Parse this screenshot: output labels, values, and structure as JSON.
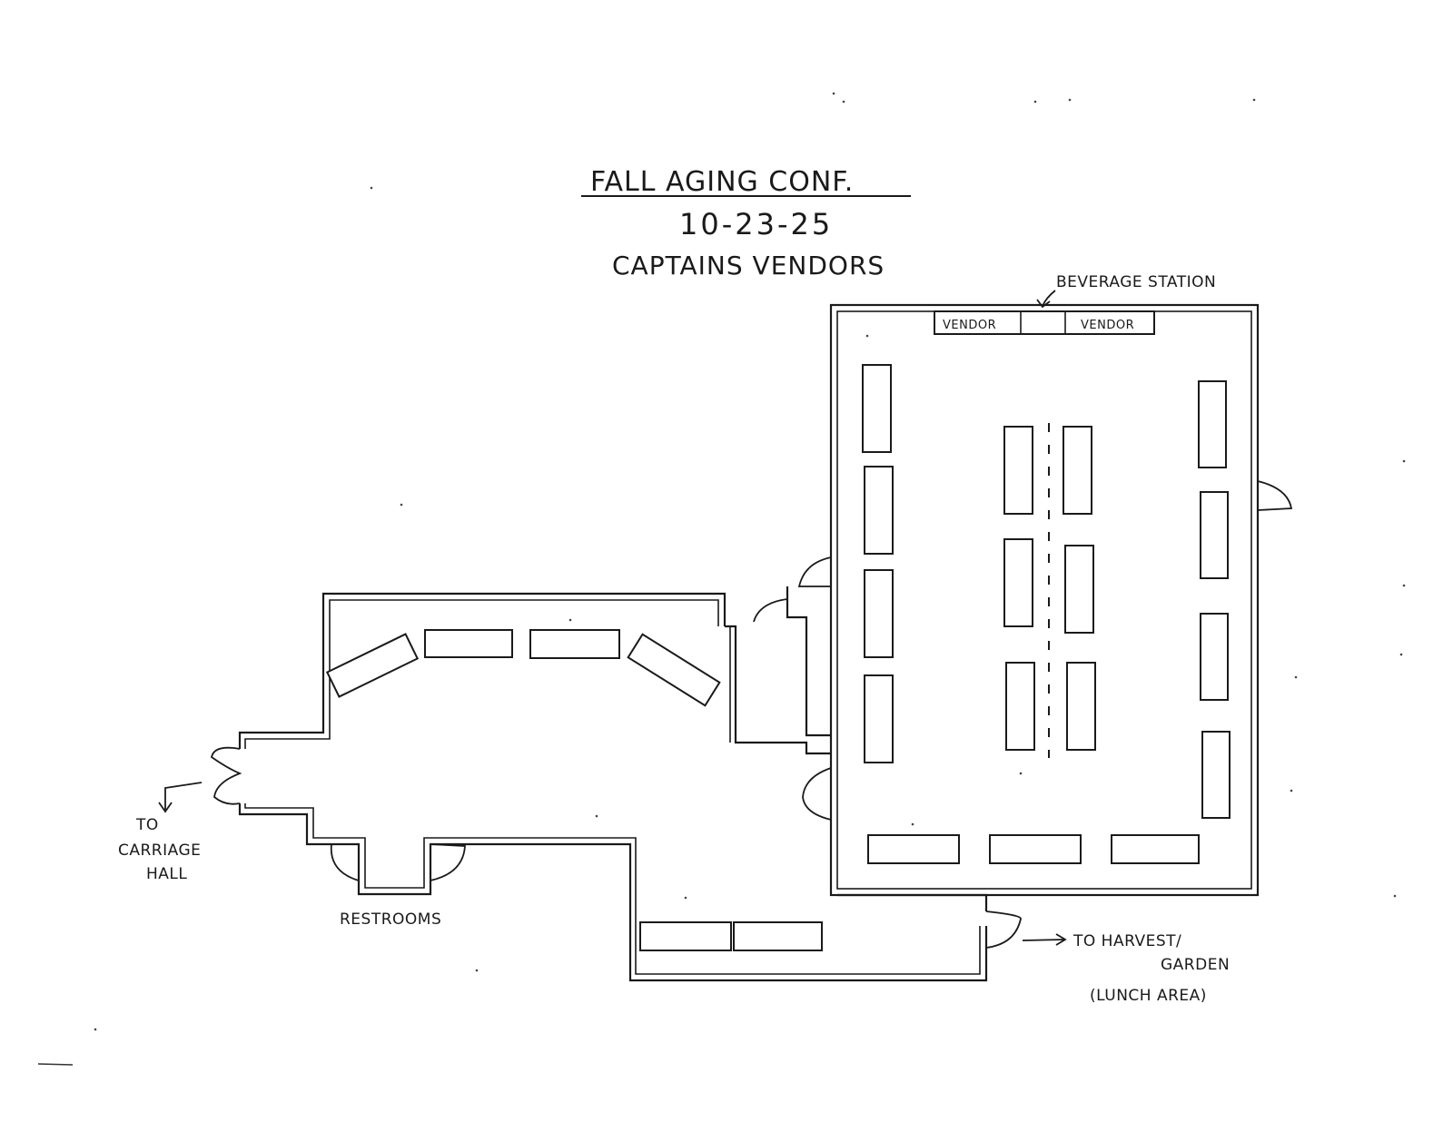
{
  "title": {
    "line1": "FALL AGING CONF.",
    "line2": "10-23-25",
    "line3": "CAPTAINS VENDORS"
  },
  "labels": {
    "beverage_station": "BEVERAGE STATION",
    "vendor_left": "VENDOR",
    "vendor_right": "VENDOR",
    "carriage_line1": "TO",
    "carriage_line2": "CARRIAGE",
    "carriage_line3": "HALL",
    "restrooms": "RESTROOMS",
    "harvest_line1": "TO HARVEST/",
    "harvest_line2": "GARDEN",
    "harvest_line3": "(LUNCH AREA)"
  }
}
